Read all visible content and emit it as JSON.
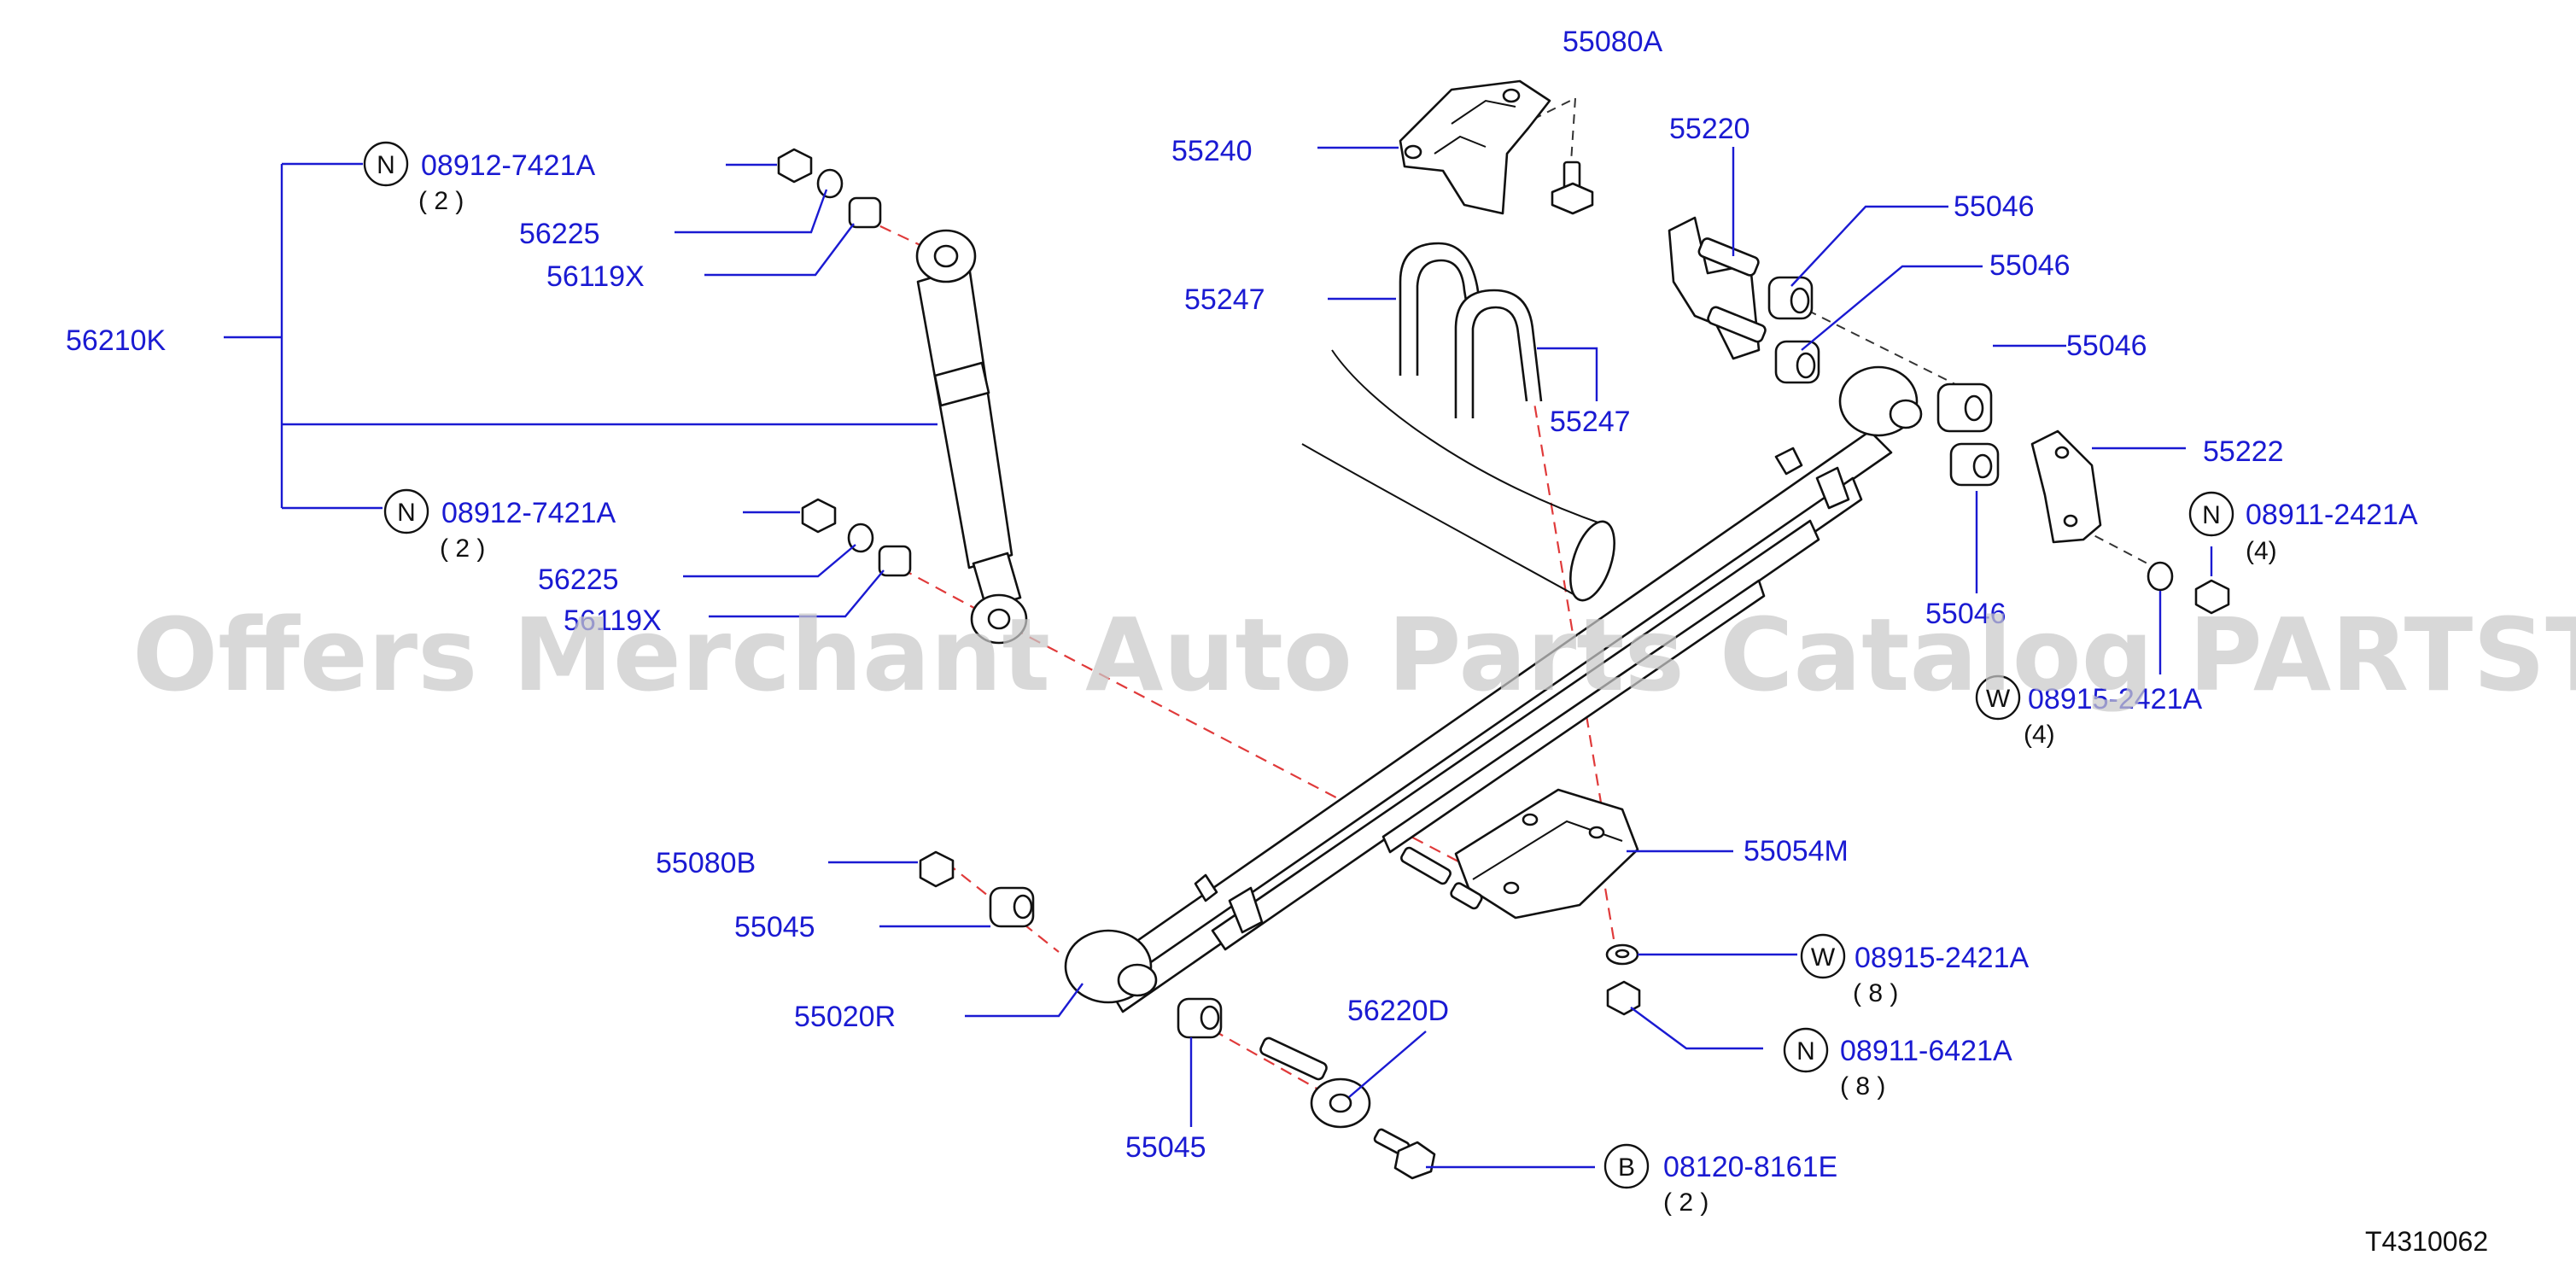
{
  "colors": {
    "label": "#1a1ad2",
    "leader": "#1a1ad2",
    "outline": "#111111",
    "dash": "#e03a3a",
    "watermark": "#c9c9c9"
  },
  "watermark": "Offers Merchant Auto Parts Catalog PARTSTORE.SA",
  "diagram_code": "T4310062",
  "labels": {
    "p56210K": "56210K",
    "nut_upper": "08912-7421A",
    "nut_upper_qty": "( 2 )",
    "p56225_upper": "56225",
    "p56119X_upper": "56119X",
    "nut_lower": "08912-7421A",
    "nut_lower_qty": "( 2 )",
    "p56225_lower": "56225",
    "p56119X_lower": "56119X",
    "p55240": "55240",
    "p55080A": "55080A",
    "p55220": "55220",
    "p55046_a": "55046",
    "p55046_b": "55046",
    "p55046_c": "55046",
    "p55046_d": "55046",
    "p55247_a": "55247",
    "p55247_b": "55247",
    "p55222": "55222",
    "nut_55222": "08911-2421A",
    "nut_55222_qty": "(4)",
    "washer_55222": "08915-2421A",
    "washer_55222_qty": "(4)",
    "p55054M": "55054M",
    "washer_plate": "08915-2421A",
    "washer_plate_qty": "( 8 )",
    "nut_plate": "08911-6421A",
    "nut_plate_qty": "( 8 )",
    "p55080B": "55080B",
    "p55045_a": "55045",
    "p55020R": "55020R",
    "p55045_b": "55045",
    "p56220D": "56220D",
    "bolt": "08120-8161E",
    "bolt_qty": "( 2 )"
  },
  "badges": {
    "n1": "N",
    "n2": "N",
    "n3": "N",
    "w1": "W",
    "w2": "W",
    "n4": "N",
    "b1": "B"
  }
}
